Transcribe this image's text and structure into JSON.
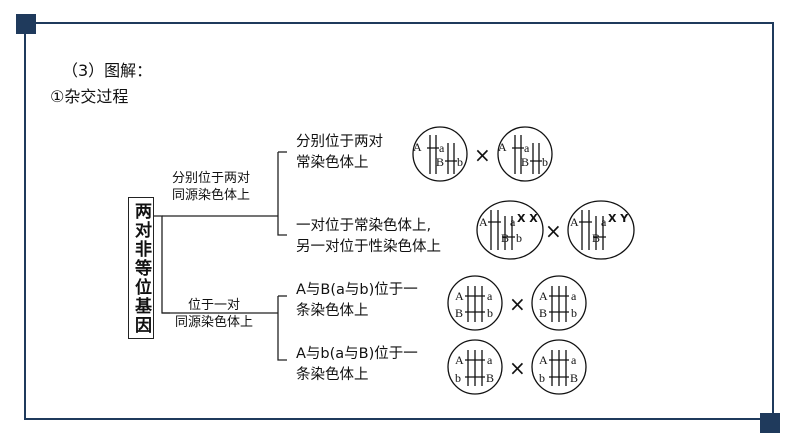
{
  "heading": "（3）图解：",
  "subheading": "①杂交过程",
  "root": "两对非等位基因",
  "branches": [
    {
      "label": [
        "分别位于两对",
        "同源染色体上"
      ],
      "leaves": [
        {
          "text": [
            "分别位于两对",
            "常染色体上"
          ],
          "sign": "×"
        },
        {
          "text": [
            "一对位于常染色体上,",
            "另一对位于性染色体上"
          ],
          "sign": "×"
        }
      ]
    },
    {
      "label": [
        "位于一对",
        "同源染色体上"
      ],
      "leaves": [
        {
          "text": [
            "A与B(a与b)位于一",
            "条染色体上"
          ],
          "sign": "×"
        },
        {
          "text": [
            "A与b(a与B)位于一",
            "条染色体上"
          ],
          "sign": "×"
        }
      ]
    }
  ],
  "cells": [
    {
      "left_top": "A",
      "right_top": "a",
      "left_bottom": "B",
      "right_bottom": "b"
    },
    {
      "left_top": "A",
      "right_top": "a",
      "left_bottom": "B",
      "right_bottom": "b"
    },
    {
      "left_top": "A",
      "right_top": "a",
      "left_bottom": "B",
      "right_bottom": "b",
      "sex": "X X"
    },
    {
      "left_top": "A",
      "right_top": "a",
      "left_bottom": "B",
      "right_bottom": "",
      "sex": "X Y"
    },
    {
      "left_top": "A",
      "right_top": "a",
      "left_bottom": "B",
      "right_bottom": "b"
    },
    {
      "left_top": "A",
      "right_top": "a",
      "left_bottom": "B",
      "right_bottom": "b"
    },
    {
      "left_top": "A",
      "right_top": "a",
      "left_bottom": "b",
      "right_bottom": "B"
    },
    {
      "left_top": "A",
      "right_top": "a",
      "left_bottom": "b",
      "right_bottom": "B"
    }
  ],
  "colors": {
    "frame": "#1f3a5c",
    "ink": "#111111"
  }
}
